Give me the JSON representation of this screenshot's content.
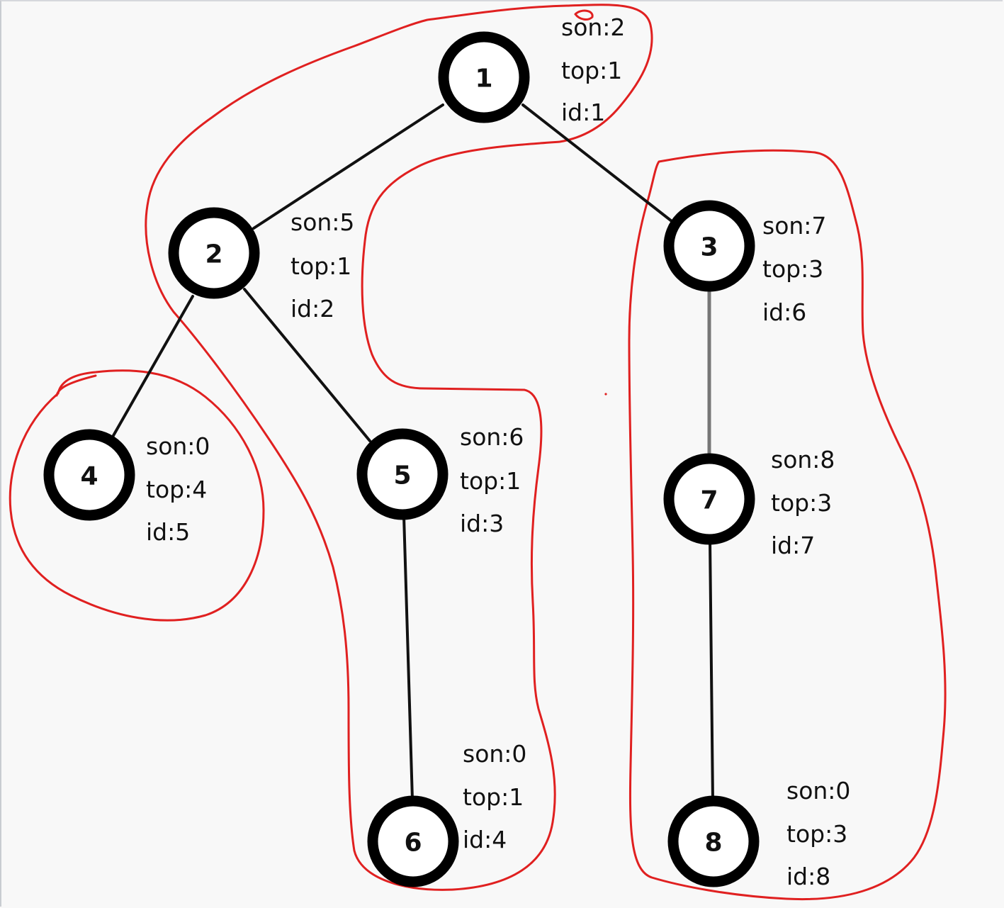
{
  "nodes": [
    {
      "label": "1",
      "son": "son:2",
      "top": "top:1",
      "id": "id:1"
    },
    {
      "label": "2",
      "son": "son:5",
      "top": "top:1",
      "id": "id:2"
    },
    {
      "label": "3",
      "son": "son:7",
      "top": "top:3",
      "id": "id:6"
    },
    {
      "label": "4",
      "son": "son:0",
      "top": "top:4",
      "id": "id:5"
    },
    {
      "label": "5",
      "son": "son:6",
      "top": "top:1",
      "id": "id:3"
    },
    {
      "label": "6",
      "son": "son:0",
      "top": "top:1",
      "id": "id:4"
    },
    {
      "label": "7",
      "son": "son:8",
      "top": "top:3",
      "id": "id:7"
    },
    {
      "label": "8",
      "son": "son:0",
      "top": "top:3",
      "id": "id:8"
    }
  ],
  "edges": [
    {
      "from": "1",
      "to": "2"
    },
    {
      "from": "1",
      "to": "3"
    },
    {
      "from": "2",
      "to": "4"
    },
    {
      "from": "2",
      "to": "5"
    },
    {
      "from": "5",
      "to": "6"
    },
    {
      "from": "3",
      "to": "7"
    },
    {
      "from": "7",
      "to": "8"
    }
  ],
  "chains": [
    {
      "nodes": [
        "1",
        "2",
        "5",
        "6"
      ]
    },
    {
      "nodes": [
        "4"
      ]
    },
    {
      "nodes": [
        "3",
        "7",
        "8"
      ]
    }
  ],
  "colors": {
    "background": "#f8f8f8",
    "node_stroke": "#000000",
    "node_fill": "#ffffff",
    "edge": "#111111",
    "chain_outline": "#e02020"
  }
}
